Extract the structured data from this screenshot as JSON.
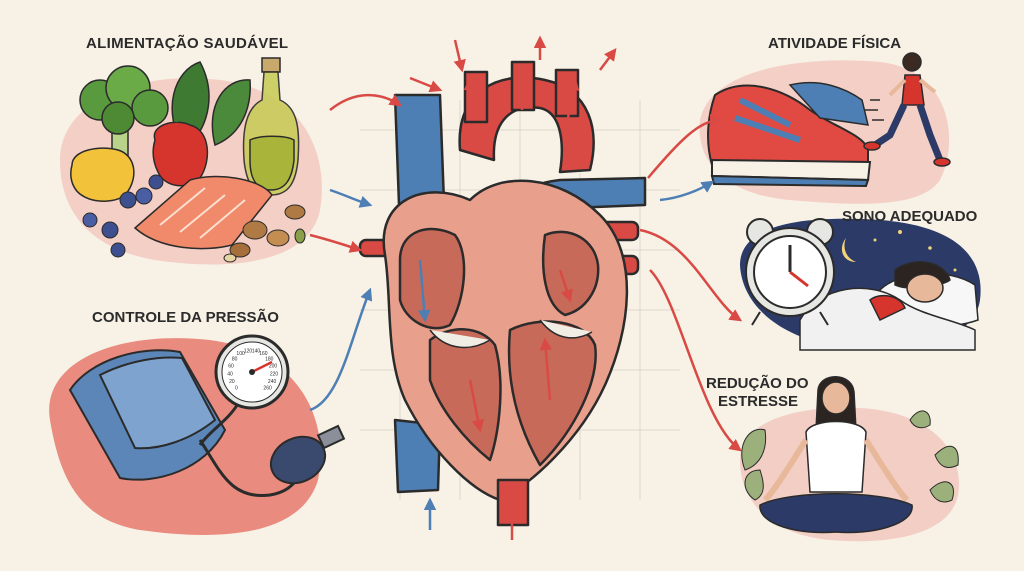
{
  "labels": {
    "healthy_eating": "ALIMENTAÇÃO SAUDÁVEL",
    "physical_activity": "ATIVIDADE FÍSICA",
    "adequate_sleep": "SONO ADEQUADO",
    "pressure_control": "CONTROLE DA PRESSÃO",
    "stress_reduction_line1": "REDUÇÃO DO",
    "stress_reduction_line2": "ESTRESSE"
  },
  "gauge_ticks": [
    "0",
    "20",
    "40",
    "60",
    "80",
    "100",
    "120",
    "140",
    "160",
    "180",
    "200",
    "220",
    "240",
    "260"
  ],
  "colors": {
    "artery_red": "#d94a45",
    "vein_blue": "#4d7fb4",
    "muscle": "#e8a08c",
    "outline": "#2b2b2b",
    "accent_blob": "#f2c1b8",
    "night": "#2b3a66"
  }
}
